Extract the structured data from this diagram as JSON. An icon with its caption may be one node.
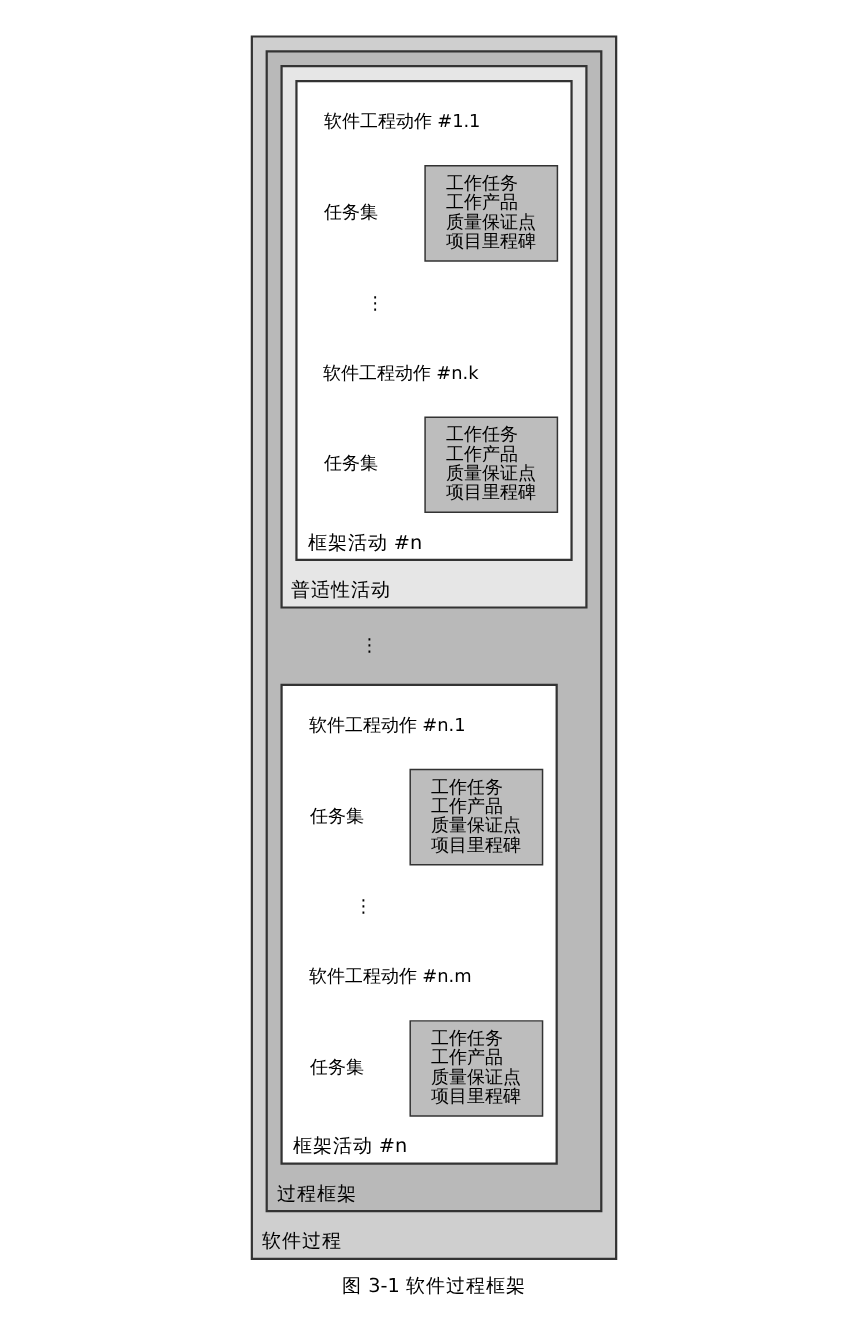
{
  "diagram": {
    "caption": "图 3-1 软件过程框架",
    "nodes": [
      {
        "text": [
          "软件过程"
        ]
      },
      {
        "text": [
          "过程框架"
        ],
        "in": 0
      },
      {
        "text": [
          "普适性活动"
        ],
        "in": 1
      },
      {
        "text": [
          "框架活动 #n"
        ],
        "in": 2
      },
      {
        "text": [
          "工作任务",
          "工作产品",
          "质量保证点",
          "项目里程碑"
        ],
        "in": 3
      },
      {
        "text": [
          "工作任务",
          "工作产品",
          "质量保证点",
          "项目里程碑"
        ],
        "in": 3
      },
      {
        "text": [
          "框架活动 #n"
        ],
        "in": 1
      },
      {
        "text": [
          "工作任务",
          "工作产品",
          "质量保证点",
          "项目里程碑"
        ],
        "in": 6
      },
      {
        "text": [
          "工作任务",
          "工作产品",
          "质量保证点",
          "项目里程碑"
        ],
        "in": 6
      }
    ],
    "edges": [],
    "labels": [
      "软件工程动作 #1.1",
      "任务集",
      "⋮",
      "软件工程动作 #n.k",
      "任务集",
      "⋮",
      "软件工程动作 #n.1",
      "任务集",
      "⋮",
      "软件工程动作 #n.m",
      "任务集"
    ]
  }
}
